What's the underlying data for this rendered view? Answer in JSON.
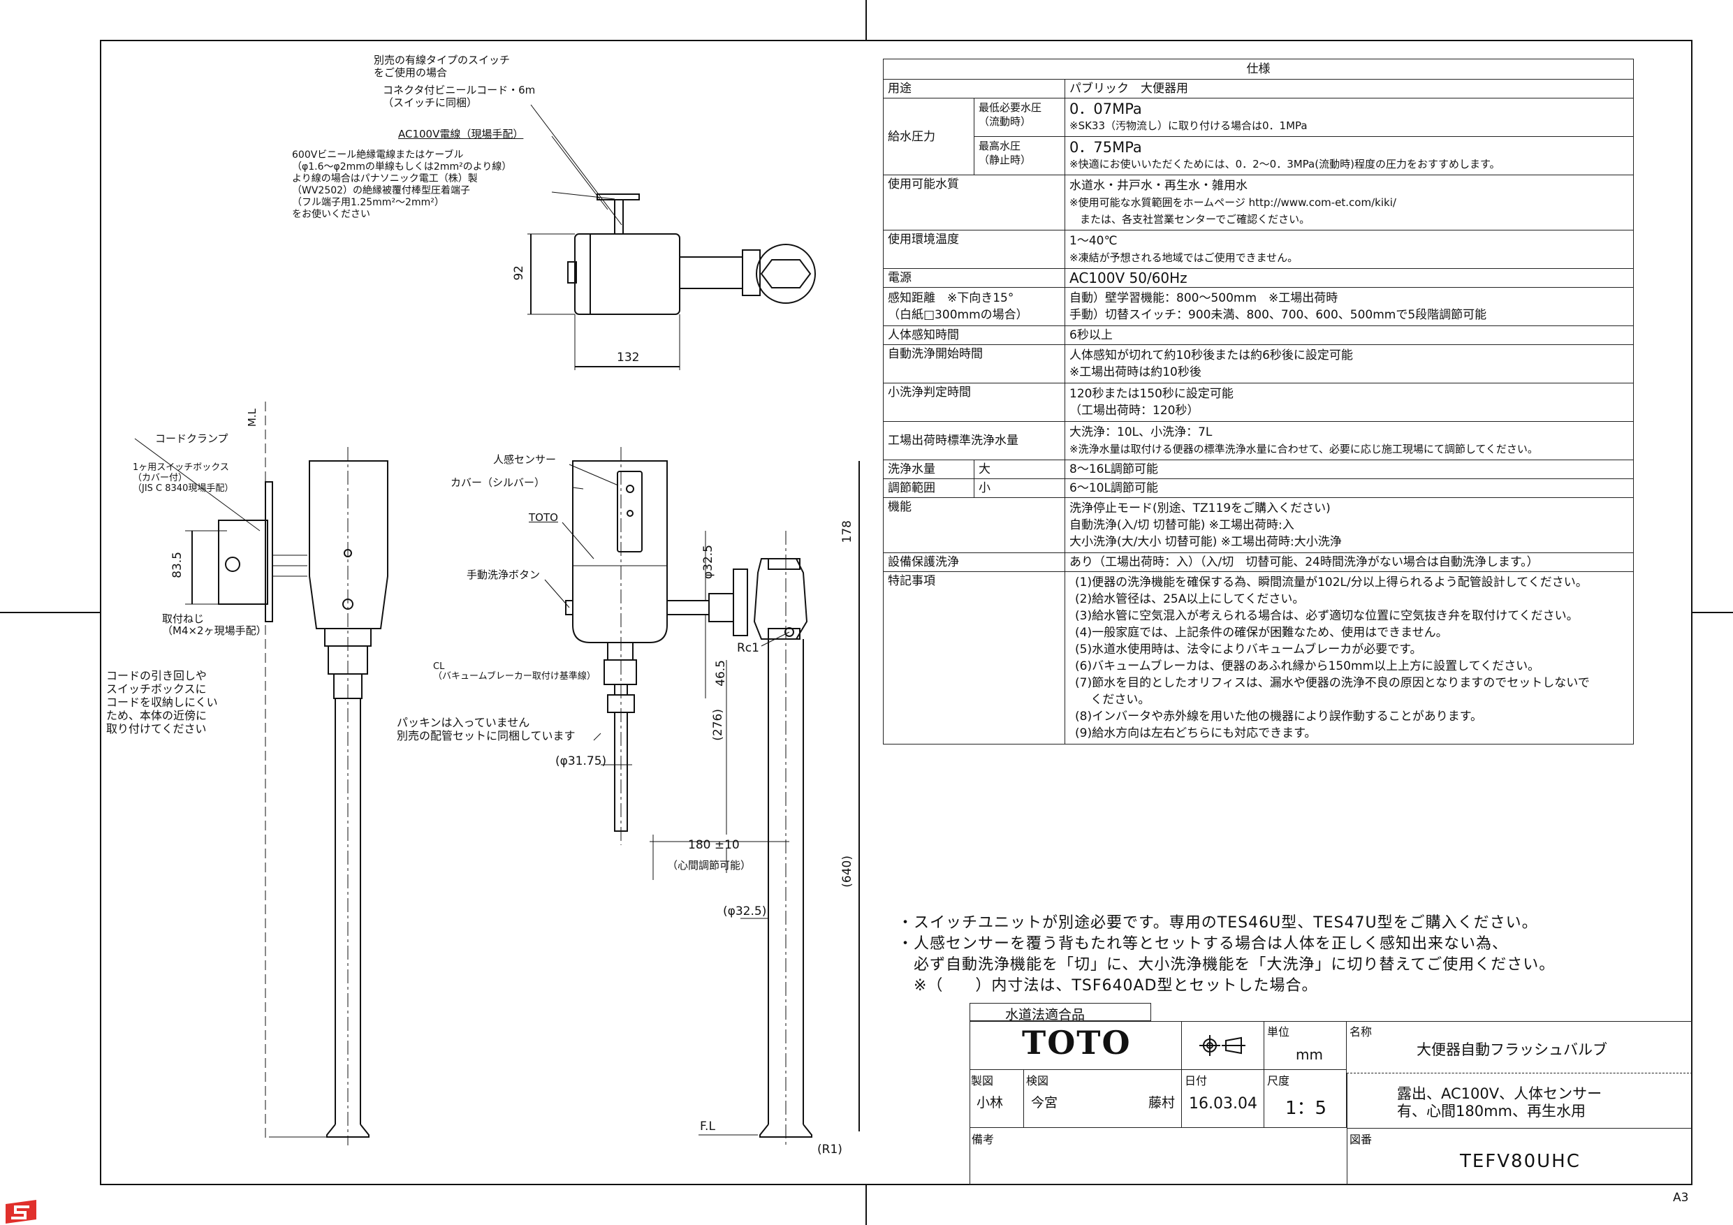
{
  "notes": {
    "switch_note": [
      "別売の有線タイプのスイッチ",
      "をご使用の場合",
      "コネクタ付ビニールコード・6m",
      "（スイッチに同梱）"
    ],
    "ac_wire": "AC100V電線（現場手配）",
    "cable_note": [
      "600Vビニール絶縁電線またはケーブル",
      "（φ1.6～φ2mmの単線もしくは2mm²のより線）",
      "より線の場合はパナソニック電工（株）製",
      "（WV2502）の絶縁被覆付棒型圧着端子",
      "（フル端子用1.25mm²～2mm²）",
      "をお使いください"
    ],
    "cord_clamp": "コードクランプ",
    "switch_box": [
      "1ヶ用スイッチボックス",
      "（カバー付）",
      "（JIS C 8340現場手配）"
    ],
    "screw": [
      "取付ねじ",
      "（M4×2ヶ現場手配）"
    ],
    "cord_routing": [
      "コードの引き回しや",
      "スイッチボックスに",
      "コードを収納しにくい",
      "ため、本体の近傍に",
      "取り付けてください"
    ],
    "sensor": "人感センサー",
    "cover": "カバー（シルバー）",
    "toto": "TOTO",
    "manual_button": "手動洗浄ボタン",
    "cl_note": [
      "CL",
      "（バキュームブレーカー取付け基準線）"
    ],
    "packing_note": [
      "パッキンは入っていません",
      "別売の配管セットに同梱しています"
    ],
    "rc1": "Rc1",
    "fl": "F.L",
    "r1": "(R1)"
  },
  "dims": {
    "d92": "92",
    "d132": "132",
    "dm": "M.L",
    "d83_5": "83.5",
    "d178": "178",
    "d_phi32_5": "φ32.5",
    "d46_5": "46.5",
    "d276": "(276)",
    "d_phi31_75": "(φ31.75)",
    "d180": "180 ±10",
    "d180_note": "（心間調節可能）",
    "d640": "(640)",
    "d_phi32_5b": "(φ32.5)"
  },
  "spec": {
    "title": "仕様",
    "rows": {
      "use_label": "用途",
      "use_val": "パブリック　大便器用",
      "pressure_label": "給水圧力",
      "min_label": "最低必要水圧\n（流動時）",
      "min_val": "0．07MPa",
      "min_note": "※SK33（汚物流し）に取り付ける場合は0．1MPa",
      "max_label": "最高水圧\n（静止時）",
      "max_val": "0．75MPa",
      "max_note": "※快適にお使いいただくためには、0．2～0．3MPa(流動時)程度の圧力をおすすめします。",
      "water_label": "使用可能水質",
      "water_val": "水道水・井戸水・再生水・雑用水",
      "water_note1": "※使用可能な水質範囲をホームページ http://www.com-et.com/kiki/",
      "water_note2": "　または、各支社営業センターでご確認ください。",
      "temp_label": "使用環境温度",
      "temp_val": "1～40℃",
      "temp_note": "※凍結が予想される地域ではご使用できません。",
      "power_label": "電源",
      "power_val": "AC100V 50/60Hz",
      "sense_label1": "感知距離　※下向き15°",
      "sense_label2": "（白紙□300mmの場合）",
      "sense_val1": "自動）壁学習機能：800～500mm　※工場出荷時",
      "sense_val2": "手動）切替スイッチ：900未満、800、700、600、500mmで5段階調節可能",
      "human_label": "人体感知時間",
      "human_val": "6秒以上",
      "auto_label": "自動洗浄開始時間",
      "auto_val1": "人体感知が切れて約10秒後または約6秒後に設定可能",
      "auto_val2": "※工場出荷時は約10秒後",
      "small_label": "小洗浄判定時間",
      "small_val1": "120秒または150秒に設定可能",
      "small_val2": "（工場出荷時：120秒）",
      "factory_label": "工場出荷時標準洗浄水量",
      "factory_val1": "大洗浄：10L、小洗浄：7L",
      "factory_val2": "※洗浄水量は取付ける便器の標準洗浄水量に合わせて、必要に応じ施工現場にて調節してください。",
      "wash_label": "洗浄水量",
      "adj_label": "調節範囲",
      "big": "大",
      "big_val": "8～16L調節可能",
      "sml": "小",
      "sml_val": "6～10L調節可能",
      "func_label": "機能",
      "func_val1": "洗浄停止モード(別途、TZ119をご購入ください)",
      "func_val2": "自動洗浄(入/切 切替可能) ※工場出荷時:入",
      "func_val3": "大小洗浄(大/大小 切替可能) ※工場出荷時:大小洗浄",
      "maint_label": "設備保護洗浄",
      "maint_val": "あり（工場出荷時：入）（入/切　切替可能、24時間洗浄がない場合は自動洗浄します。）",
      "special_label": "特記事項",
      "special_items": [
        "(1)便器の洗浄機能を確保する為、瞬間流量が102L/分以上得られるよう配管設計してください。",
        "(2)給水管径は、25A以上にしてください。",
        "(3)給水管に空気混入が考えられる場合は、必ず適切な位置に空気抜き弁を取付けてください。",
        "(4)一般家庭では、上記条件の確保が困難なため、使用はできません。",
        "(5)水道水使用時は、法令によりバキュームブレーカが必要です。",
        "(6)バキュームブレーカは、便器のあふれ縁から150mm以上上方に設置してください。",
        "(7)節水を目的としたオリフィスは、漏水や便器の洗浄不良の原因となりますのでセットしないで",
        "　 ください。",
        "(8)インバータや赤外線を用いた他の機器により誤作動することがあります。",
        "(9)給水方向は左右どちらにも対応できます。"
      ]
    }
  },
  "footnotes": [
    "・スイッチユニットが別途必要です。専用のTES46U型、TES47U型をご購入ください。",
    "・人感センサーを覆う背もたれ等とセットする場合は人体を正しく感知出来ない為、",
    "　必ず自動洗浄機能を「切」に、大小洗浄機能を「大洗浄」に切り替えてご使用ください。",
    "　※（　　）内寸法は、TSF640AD型とセットした場合。"
  ],
  "title_block": {
    "compliance": "水道法適合品",
    "logo": "TOTO",
    "unit_label": "単位",
    "unit_val": "mm",
    "name_label": "名称",
    "name_val": "大便器自動フラッシュバルブ",
    "drawn_label": "製図",
    "drawn_val": "小林",
    "checked_label": "検図",
    "checked_val": "今宮",
    "approved_val": "藤村",
    "date_label": "日付",
    "date_val": "16.03.04",
    "scale_label": "尺度",
    "scale_val": "1：5",
    "desc1": "露出、AC100V、人体センサー",
    "desc2": "有、心間180mm、再生水用",
    "remarks_label": "備考",
    "drawing_no_label": "図番",
    "drawing_no": "TEFV80UHC"
  },
  "paper": "A3"
}
